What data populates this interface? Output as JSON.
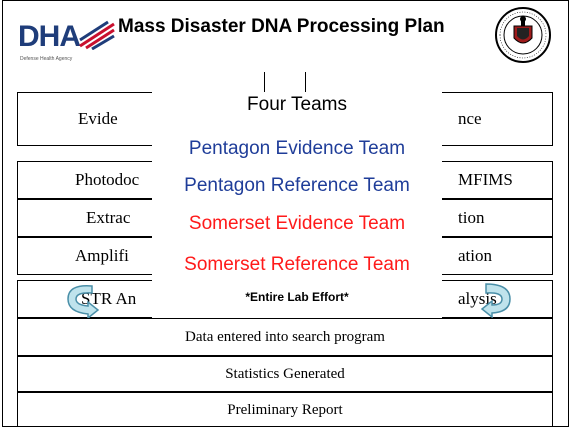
{
  "header": {
    "logo_text": "DHA",
    "logo_subtitle": "Defense Health Agency",
    "title": "Mass Disaster DNA Processing Plan"
  },
  "rows": [
    {
      "left": "Evide",
      "right": "nce"
    },
    {
      "left": "Photodoc",
      "right": "MFIMS"
    },
    {
      "left": "Extrac",
      "right": "tion"
    },
    {
      "left": "Amplifi",
      "right": "ation"
    },
    {
      "left": "STR An",
      "right": "alysis"
    },
    {
      "center": "Data entered into search program"
    },
    {
      "center": "Statistics Generated"
    },
    {
      "center": "Preliminary Report"
    }
  ],
  "overlay": {
    "title": "Four Teams",
    "teams": [
      "Pentagon Evidence Team",
      "Pentagon Reference Team",
      "Somerset Evidence Team",
      "Somerset Reference Team"
    ],
    "note": "*Entire Lab Effort*"
  },
  "colors": {
    "blue_team": "#1f3d99",
    "red_team": "#ff1a1a",
    "logo_blue": "#1f3d7a",
    "arrow_fill": "#bfe3ec",
    "arrow_stroke": "#4a8fa8"
  },
  "icons": [
    "dha-flag-icon",
    "afme-seal-icon",
    "cycle-arrow-left-icon",
    "cycle-arrow-right-icon"
  ]
}
